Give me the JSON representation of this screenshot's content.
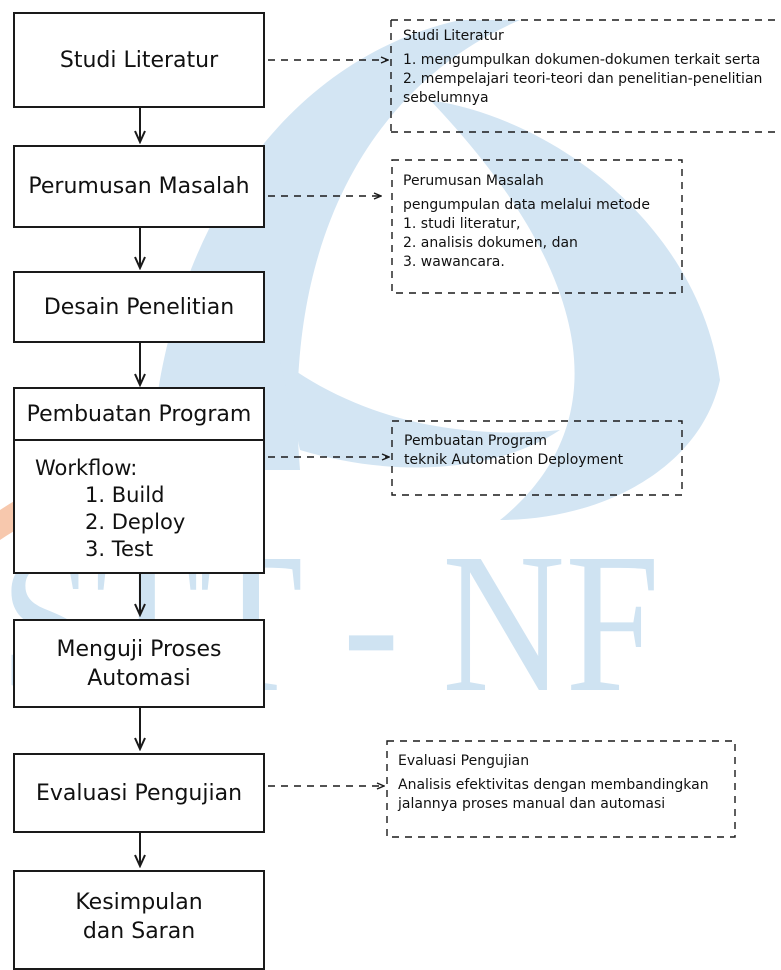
{
  "watermark": {
    "text": "STT - NF",
    "colors": {
      "blue": "#cfe3f2",
      "orange": "#f7c8ad"
    }
  },
  "flow": {
    "studi_literatur": "Studi Literatur",
    "perumusan_masalah": "Perumusan Masalah",
    "desain_penelitian": "Desain Penelitian",
    "pembuatan_program": "Pembuatan Program",
    "workflow": {
      "title": "Workflow:",
      "steps": [
        "1. Build",
        "2. Deploy",
        "3. Test"
      ]
    },
    "menguji": [
      "Menguji Proses",
      "Automasi"
    ],
    "evaluasi_pengujian": "Evaluasi Pengujian",
    "kesimpulan": [
      "Kesimpulan",
      "dan Saran"
    ]
  },
  "notes": {
    "studi_literatur": {
      "title": "Studi Literatur",
      "lines": [
        "1. mengumpulkan dokumen-dokumen terkait serta",
        "2. mempelajari teori-teori dan penelitian-penelitian",
        "sebelumnya"
      ]
    },
    "perumusan_masalah": {
      "title": "Perumusan Masalah",
      "lines": [
        "pengumpulan data melalui metode",
        "1. studi literatur,",
        "2. analisis dokumen, dan",
        "3. wawancara."
      ]
    },
    "pembuatan_program": {
      "title": "Pembuatan Program",
      "lines": [
        "teknik Automation Deployment"
      ]
    },
    "evaluasi_pengujian": {
      "title": "Evaluasi Pengujian",
      "lines": [
        "Analisis efektivitas dengan membandingkan",
        "jalannya proses manual dan automasi"
      ]
    }
  }
}
